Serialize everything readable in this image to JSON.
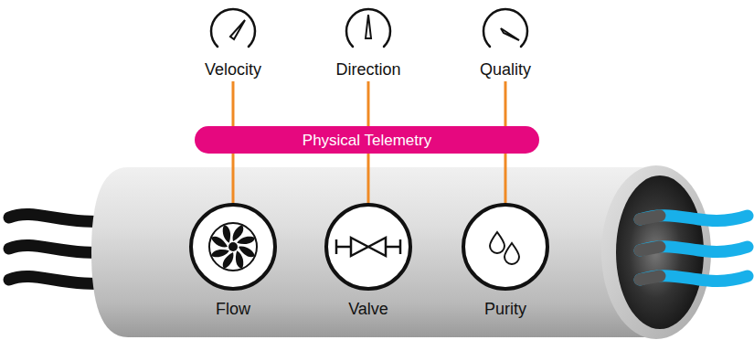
{
  "diagram": {
    "nodes": [
      {
        "text": [
          "Velocity"
        ]
      },
      {
        "text": [
          "Direction"
        ]
      },
      {
        "text": [
          "Quality"
        ]
      },
      {
        "text": [
          "Physical Telemetry"
        ]
      },
      {
        "text": [
          "Flow"
        ]
      },
      {
        "text": [
          "Valve"
        ]
      },
      {
        "text": [
          "Purity"
        ]
      }
    ],
    "edges": [
      {
        "from": 0,
        "to": 3,
        "arrow": "none"
      },
      {
        "from": 1,
        "to": 3,
        "arrow": "none"
      },
      {
        "from": 2,
        "to": 3,
        "arrow": "none"
      },
      {
        "from": 3,
        "to": 4,
        "arrow": "none"
      },
      {
        "from": 3,
        "to": 5,
        "arrow": "none"
      },
      {
        "from": 3,
        "to": 6,
        "arrow": "none"
      }
    ]
  }
}
